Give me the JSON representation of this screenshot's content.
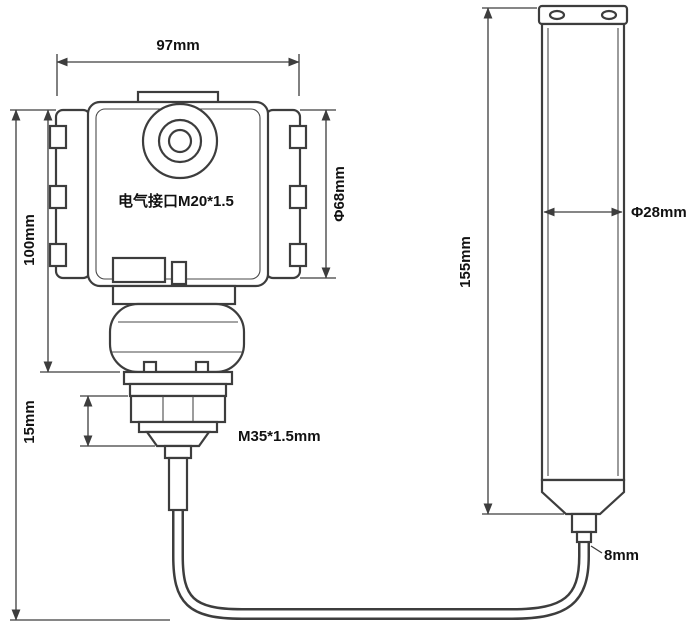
{
  "diagram": {
    "labels": {
      "housing_width": "97mm",
      "housing_height": "100mm",
      "housing_diameter": "Φ68mm",
      "electrical_port": "电气接口M20*1.5",
      "flange_height": "15mm",
      "thread_spec": "M35*1.5mm",
      "probe_length": "155mm",
      "probe_diameter": "Φ28mm",
      "cable_diameter": "8mm"
    },
    "colors": {
      "line": "#3d3d3d",
      "text": "#111111",
      "background": "#ffffff"
    }
  }
}
